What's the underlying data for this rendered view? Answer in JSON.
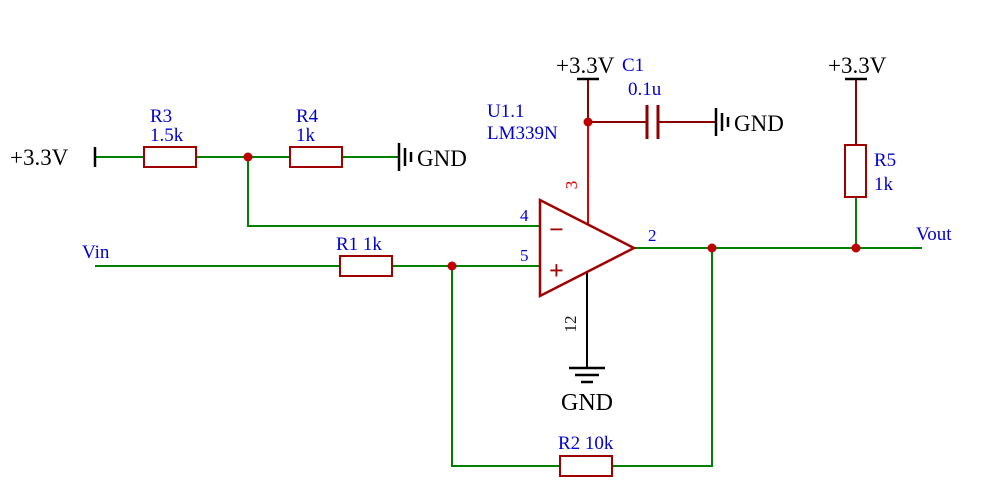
{
  "colors": {
    "wire_green": "#008000",
    "wire_maroon": "#8b0000",
    "wire_red": "#dd0000",
    "symbol_maroon": "#a00000",
    "junction_red": "#c00000",
    "label_blue": "#0000d2",
    "label_red": "#e00000",
    "label_black": "#000000",
    "background": "#ffffff"
  },
  "power": {
    "left": "+3.3V",
    "top": "+3.3V",
    "right": "+3.3V"
  },
  "grounds": {
    "after_r4": "GND",
    "after_c1": "GND",
    "below_u1": "GND"
  },
  "components": {
    "r3": {
      "ref": "R3",
      "value": "1.5k"
    },
    "r4": {
      "ref": "R4",
      "value": "1k"
    },
    "r1": {
      "label": "R1  1k"
    },
    "r2": {
      "label": "R2  10k"
    },
    "r5": {
      "ref": "R5",
      "value": "1k"
    },
    "c1": {
      "ref": "C1",
      "value": "0.1u"
    },
    "u1": {
      "ref": "U1.1",
      "part": "LM339N",
      "minus": "−",
      "plus": "+"
    }
  },
  "pins": {
    "power": "3",
    "inverting": "4",
    "noninverting": "5",
    "output": "2",
    "ground": "12"
  },
  "nets": {
    "input": "Vin",
    "output": "Vout"
  }
}
